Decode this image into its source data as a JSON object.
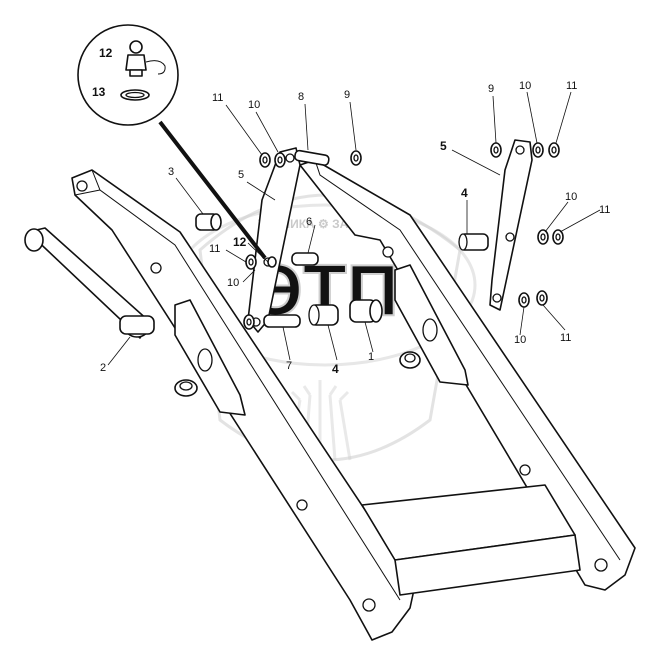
{
  "watermark": {
    "text": "ТЕХНИКА ⚙ ЗАПЧАСТИ",
    "monogram": "ЭТП"
  },
  "callouts": {
    "c12_inset": "12",
    "c13_inset": "13",
    "c11_top": "11",
    "c10_top": "10",
    "c8": "8",
    "c9_top": "9",
    "c9_right": "9",
    "c10_right_top": "10",
    "c11_right_top": "11",
    "c5_right": "5",
    "c4_right": "4",
    "c3": "3",
    "c5_left": "5",
    "c6": "6",
    "c10_right_mid": "10",
    "c11_right_mid": "11",
    "c11_left": "11",
    "c12_left": "12",
    "c10_left": "10",
    "c2": "2",
    "c7": "7",
    "c4_bottom": "4",
    "c1": "1",
    "c10_right_bottom": "10",
    "c11_right_bottom": "11"
  },
  "colors": {
    "line": "#111111",
    "watermark": "#c9c9c9"
  }
}
